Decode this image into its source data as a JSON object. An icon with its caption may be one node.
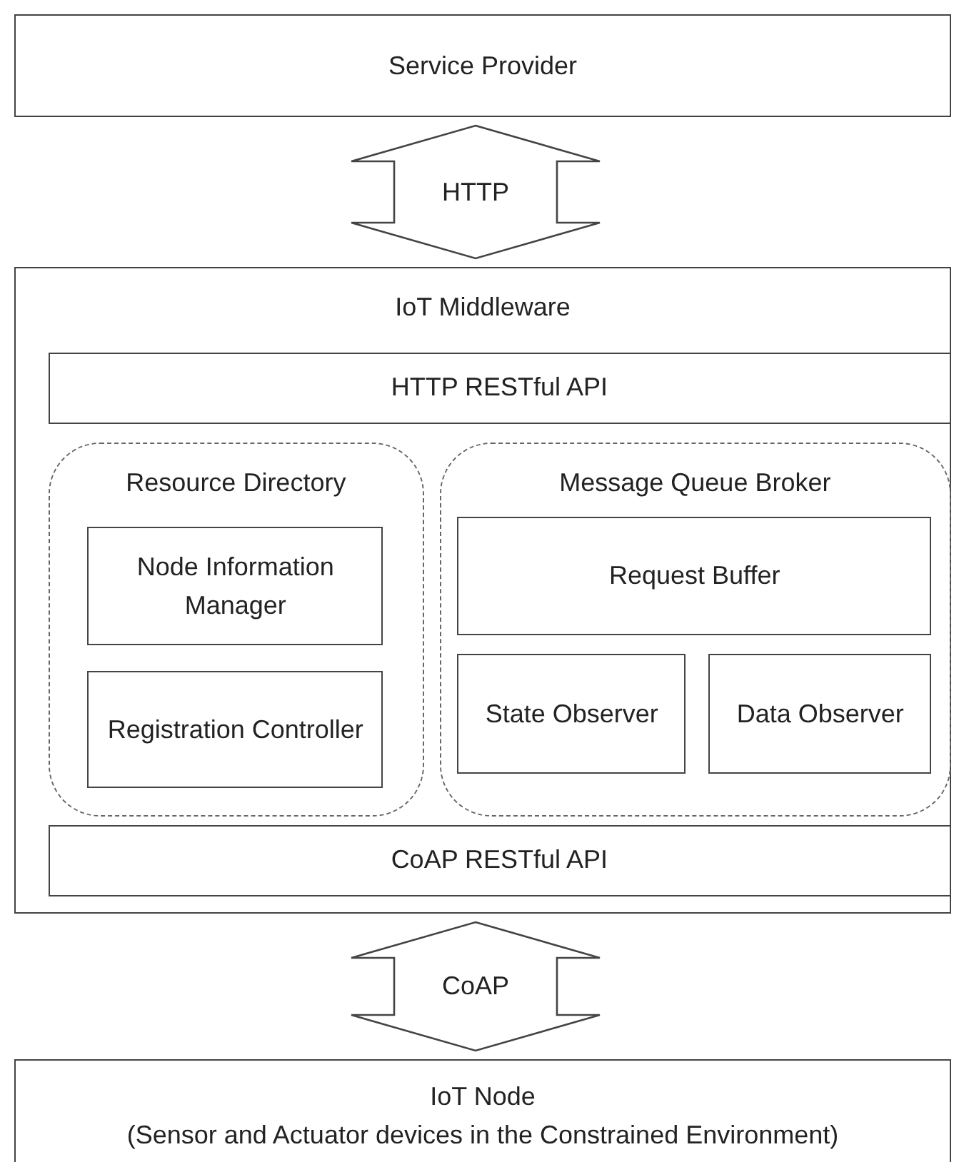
{
  "diagram": {
    "nodes": [
      {
        "text": [
          "Service Provider"
        ]
      },
      {
        "text": [
          "IoT Middleware"
        ]
      },
      {
        "text": [
          "HTTP RESTful API"
        ],
        "in": 1
      },
      {
        "text": [
          "Resource Directory"
        ],
        "in": 1
      },
      {
        "text": [
          "Node Information Manager"
        ],
        "in": 3
      },
      {
        "text": [
          "Registration Controller"
        ],
        "in": 3
      },
      {
        "text": [
          "Message Queue Broker"
        ],
        "in": 1
      },
      {
        "text": [
          "Request Buffer"
        ],
        "in": 6
      },
      {
        "text": [
          "State Observer"
        ],
        "in": 6
      },
      {
        "text": [
          "Data Observer"
        ],
        "in": 6
      },
      {
        "text": [
          "CoAP RESTful API"
        ],
        "in": 1
      },
      {
        "text": [
          "IoT Node",
          "(Sensor and Actuator devices in the Constrained Environment)"
        ]
      }
    ],
    "edges": [
      {
        "from": 0,
        "to": 1,
        "arrow": "both",
        "label": "HTTP",
        "style": "thick"
      },
      {
        "from": 1,
        "to": 11,
        "arrow": "both",
        "label": "CoAP",
        "style": "thick"
      }
    ]
  }
}
